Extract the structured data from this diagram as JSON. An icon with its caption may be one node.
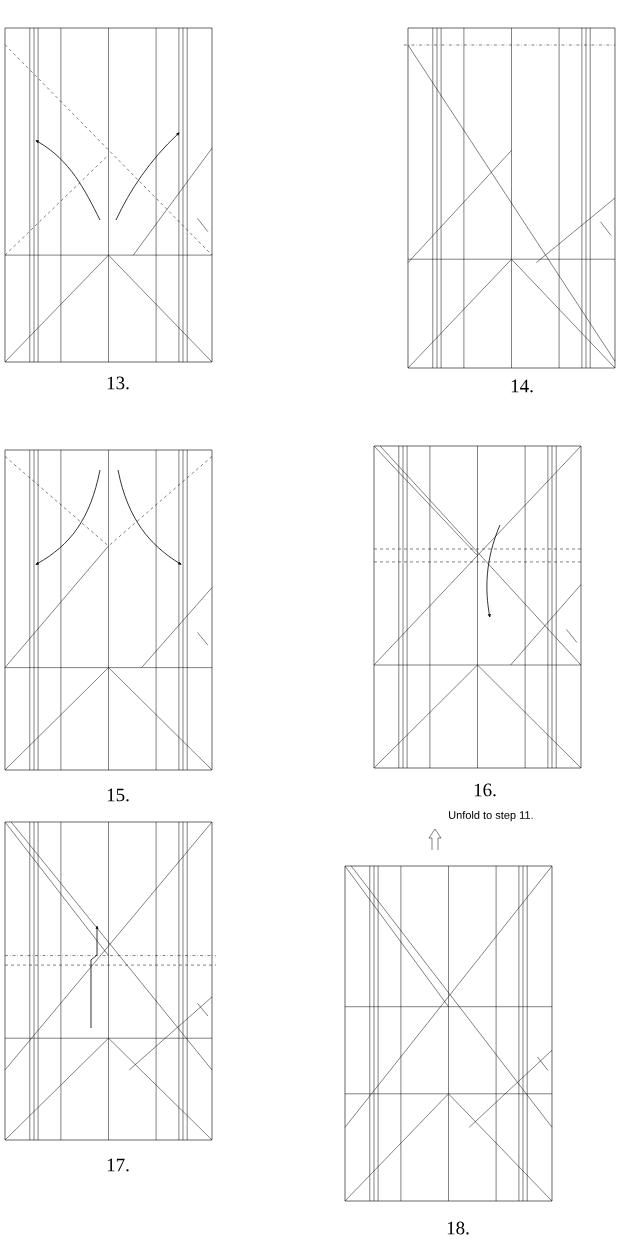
{
  "diagram": {
    "labels": [
      "13.",
      "14.",
      "15.",
      "16.",
      "17.",
      "Unfold to step 11.",
      "18."
    ]
  }
}
